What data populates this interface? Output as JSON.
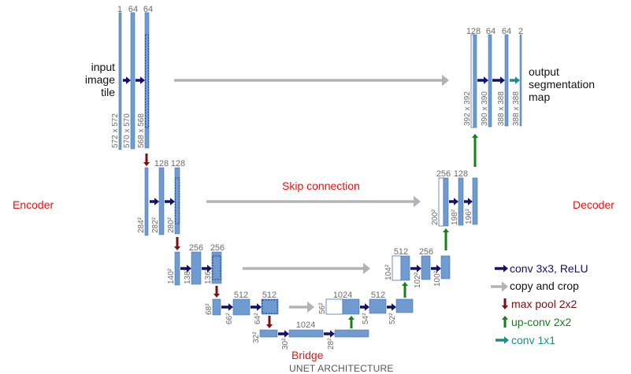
{
  "title": "UNET ARCHITECTURE",
  "labels": {
    "encoder": "Encoder",
    "decoder": "Decoder",
    "skip": "Skip connection",
    "bridge": "Bridge",
    "input": [
      "input",
      "image",
      "tile"
    ],
    "output": [
      "output",
      "segmentation",
      "map"
    ]
  },
  "colors": {
    "block_fill": "#6f9bd1",
    "block_stroke": "#4a74ad",
    "conv": "#10106e",
    "copy": "#b3b3b3",
    "pool": "#7a0f10",
    "upconv": "#17801a",
    "conv1x1": "#1f8a8a",
    "accent_red": "#ee1111"
  },
  "legend": [
    {
      "key": "conv",
      "label": "conv 3x3, ReLU",
      "icon": "arrow-right"
    },
    {
      "key": "copy",
      "label": "copy and crop",
      "icon": "arrow-right"
    },
    {
      "key": "pool",
      "label": "max pool 2x2",
      "icon": "arrow-down"
    },
    {
      "key": "upconv",
      "label": "up-conv 2x2",
      "icon": "arrow-up"
    },
    {
      "key": "conv1x1",
      "label": "conv 1x1",
      "icon": "arrow-right"
    }
  ],
  "blocks": [
    {
      "id": "e1a",
      "channels": "1",
      "size": "572 x 572"
    },
    {
      "id": "e1b",
      "channels": "64",
      "size": "570 x 570"
    },
    {
      "id": "e1c",
      "channels": "64",
      "size": "568 x 568"
    },
    {
      "id": "e2a",
      "channels": "",
      "size": "284²"
    },
    {
      "id": "e2b",
      "channels": "128",
      "size": "282²"
    },
    {
      "id": "e2c",
      "channels": "128",
      "size": "280²"
    },
    {
      "id": "e3a",
      "channels": "",
      "size": "140²"
    },
    {
      "id": "e3b",
      "channels": "256",
      "size": "138²"
    },
    {
      "id": "e3c",
      "channels": "256",
      "size": "136²"
    },
    {
      "id": "e4a",
      "channels": "",
      "size": "68²"
    },
    {
      "id": "e4b",
      "channels": "512",
      "size": "66²"
    },
    {
      "id": "e4c",
      "channels": "512",
      "size": "64²"
    },
    {
      "id": "b1",
      "channels": "",
      "size": "32²"
    },
    {
      "id": "b2",
      "channels": "1024",
      "size": "30²"
    },
    {
      "id": "b3",
      "channels": "",
      "size": "28²"
    },
    {
      "id": "d4a",
      "channels": "1024",
      "size": "56²"
    },
    {
      "id": "d4b",
      "channels": "512",
      "size": "54²"
    },
    {
      "id": "d4c",
      "channels": "",
      "size": "52²"
    },
    {
      "id": "d3a",
      "channels": "512",
      "size": "104²"
    },
    {
      "id": "d3b",
      "channels": "256",
      "size": "102²"
    },
    {
      "id": "d3c",
      "channels": "",
      "size": "100²"
    },
    {
      "id": "d2a",
      "channels": "256",
      "size": "200²"
    },
    {
      "id": "d2b",
      "channels": "128",
      "size": "198²"
    },
    {
      "id": "d2c",
      "channels": "",
      "size": "196²"
    },
    {
      "id": "d1a",
      "channels": "128",
      "size": "392 x 392"
    },
    {
      "id": "d1b",
      "channels": "64",
      "size": "390 x 390"
    },
    {
      "id": "d1c",
      "channels": "64",
      "size": "388 x 388"
    },
    {
      "id": "out",
      "channels": "2",
      "size": "388 x 388"
    }
  ]
}
